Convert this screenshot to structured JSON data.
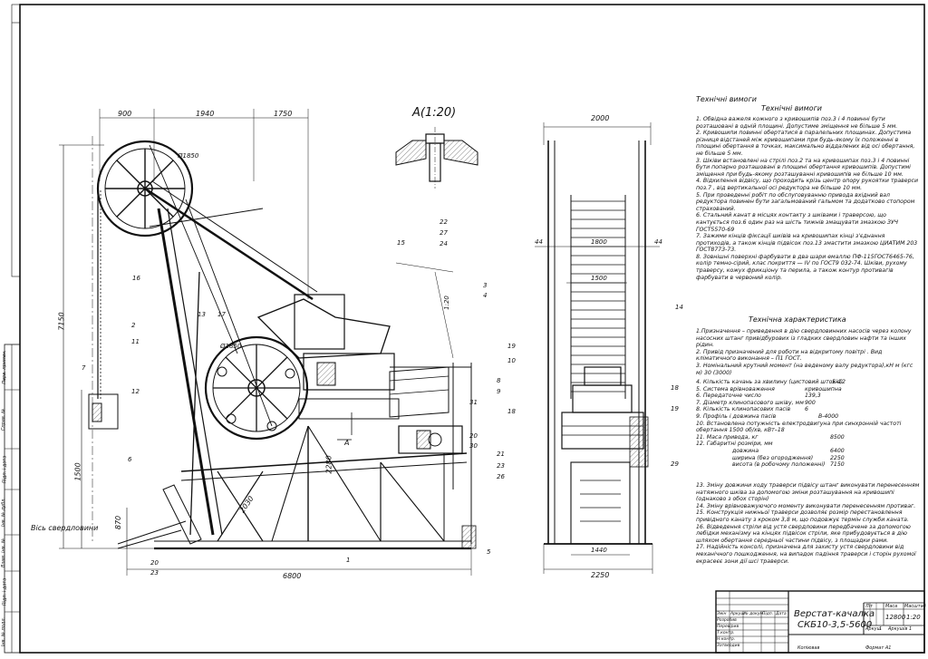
{
  "view_label": "A(1:20)",
  "dimensions": {
    "top_left": "900",
    "top_mid": "1940",
    "top_right": "1750",
    "height_total": "7150",
    "height_mid": "2280",
    "height_low": "1500",
    "height_base": "870",
    "length_total": "6800",
    "diag": "2030",
    "circle1": "Ø1850",
    "circle2": "Ø1850",
    "angle": "1:20",
    "front_width": "2000",
    "front_inner": "1800",
    "front_inner2": "1500",
    "front_base": "1440",
    "front_total": "2250",
    "front_left": "44",
    "front_right": "44"
  },
  "callouts_side": [
    "15",
    "22",
    "27",
    "24",
    "3",
    "4",
    "2",
    "11",
    "12",
    "13",
    "17",
    "16",
    "7",
    "6",
    "19",
    "10",
    "8",
    "9",
    "18",
    "31",
    "20",
    "21",
    "23",
    "26",
    "30",
    "5",
    "1",
    "20",
    "23"
  ],
  "callouts_front": [
    "14",
    "18",
    "19",
    "29"
  ],
  "well_label": "Вісь свердловини",
  "section_a": "A",
  "tech_req_title": "Технічні вимоги",
  "tech_req_title2": "Технічні вимоги",
  "tech_req": [
    "1. Обвідна важеля кожного з кривошипів поз.3 і 4 повинні бути розташовані в одній площині. Допустиме зміщення не більше 5 мм.",
    "2. Кривошипи повинні обертатися в паралельних площинах. Допустима різниця відстаней між кривошипами при будь-якому їх положенні в площині обертання в точках, максимально віддалених від осі обертання, не більше 5 мм.",
    "3. Шківи встановлені на стрілі поз.2 та на кривошипах поз.3 і 4 повинні бути попарно розташовані в площині обертання кривошипів. Допустимі зміщення при будь-якому розташуванні кривошипів не більше 10 мм.",
    "4. Відхилення відвісу, що проходить крізь центр опору рукоятки траверси поз.7 , від вертикальної осі редуктора не більше 10 мм.",
    "5. При проведенні робіт по обслуговуванню привода вхідний вал редуктора повинен бути загальмований гальмом та додатково стопором страхований.",
    "6. Стальний канат в місцях контакту з шківами і траверсою, що кантується поз.6 один раз на шість тижнів змащувати змазкою ЗУЧ ГОСТ5570-69",
    "7. Зажими кінців фіксації шківів на кривошипах кінці з'єднання протиходів, а також кінців підвісок поз.13 змастити змазкою ЦИАТИМ 203 ГОСТ8773-73.",
    "8. Зовнішні поверхні фарбувати в два шари емаллю ПФ-115ГОСТ6465-76, колір темно-сірий, клас покриття — IV по ГОСТ9 032-74. Шківи, рухому траверсу, кожух фрикціону та перила, а також контур противагів фарбувати в червоний колір."
  ],
  "tech_char_title": "Технічна характеристика",
  "tech_char": [
    "1.Призначення – приведення в дію свердловинних насосів через колону насосних штанг привідбурових із гладких свердловин нафти та інших рідин.",
    "2. Привід призначений для роботи на відкритому повітрі . Вид кліматичного виконання – П1 ГОСТ.",
    "3. Номінальний крутний момент (на веденому валу редуктора),кН м (кгс м)     30 (3000)"
  ],
  "tech_params": [
    {
      "label": "4. Кількість качань за хвилину (цистовий штоків)",
      "value": "5–12"
    },
    {
      "label": "5. Система врівноваження",
      "value": "кривошипна"
    },
    {
      "label": "6. Передаточне число",
      "value": "139,3"
    },
    {
      "label": "7. Діаметр клинопасового шківу, мм",
      "value": "900"
    },
    {
      "label": "8. Кількість клинопасових пасів",
      "value": "6"
    },
    {
      "label": "9. Профіль і довжина пасів",
      "value": "B-4000"
    },
    {
      "label": "10. Встановлена потужність електродвигуна при синхронній частоті обертання 1500 об/хв, кВт–18",
      "value": ""
    },
    {
      "label": "11. Маса привода, кг",
      "value": "8500"
    },
    {
      "label": "12. Габаритні розміри, мм",
      "value": ""
    },
    {
      "label": "довжина",
      "value": "6400"
    },
    {
      "label": "ширина (без огородження)",
      "value": "2250"
    },
    {
      "label": "висота (в робочому положенні)",
      "value": "7150"
    }
  ],
  "tech_tail": [
    "13. Зміну довжини ходу траверси підвісу штанг виконувати перенесенням натяжного шківа за допомогою зміни розташування на кривошипі (однаково з обох сторін)",
    "14. Зміну врівноважуючого моменту виконувати перенесенням противаг.",
    "15. Конструкція нижньої траверси дозволяє розмір перестановлення привідного канату з кроком 3,8 м, що подовжує термін служби каната.",
    "16. Відведення стріли від устя свердловини передбачене за допомогою лебідки механізму на кінцях підвісок стріли, яке прибудовується в дію шляхом обертання середньої частини підвісу, з площадки рами.",
    "17. Надійність консолі, призначена для захисту устя свердловини від механічного пошкодження, на випадок падіння траверси і сторін рухомої екрасеєє зони дії шсі траверси."
  ],
  "title_block": {
    "name_line1": "Верстат-качалка",
    "name_line2": "СКБ10-3,5-5600",
    "mass": "12800",
    "scale": "1:20",
    "sheet": "1",
    "sheets": "1",
    "lit_header": "Літ",
    "mass_header": "Маса",
    "scale_header": "Масштаб",
    "sheet_label": "Аркуш",
    "sheets_label": "Аркушів",
    "copied": "Копіював",
    "format": "Формат   А1",
    "rows": [
      "Змін",
      "Аркуш",
      "№ докум.",
      "Підп.",
      "Дата"
    ],
    "roles": [
      "Розробив",
      "Перевірив",
      "Т.контр.",
      "Н.контр.",
      "Затвердив"
    ]
  },
  "left_strip": [
    "Перв. примен.",
    "Справ. №",
    "Підп. і дата",
    "Інв. № дубл.",
    "Взам. інв. №",
    "Підп. і дата",
    "Інв. № подл."
  ]
}
